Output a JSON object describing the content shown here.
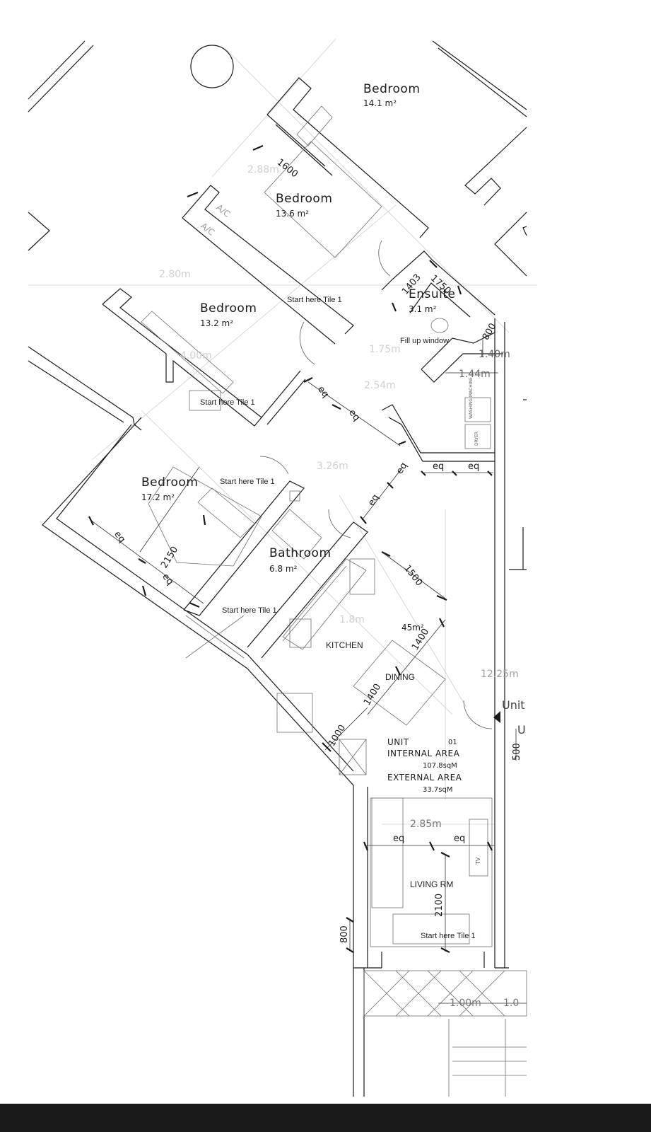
{
  "rooms": {
    "bedroom_top": {
      "name": "Bedroom",
      "area": "14.1 m²"
    },
    "bedroom_2": {
      "name": "Bedroom",
      "area": "13.6 m²"
    },
    "bedroom_3": {
      "name": "Bedroom",
      "area": "13.2 m²"
    },
    "bedroom_4": {
      "name": "Bedroom",
      "area": "17.2 m²"
    },
    "ensuite": {
      "name": "Ensuite",
      "area": "3.1 m²"
    },
    "bathroom": {
      "name": "Bathroom",
      "area": "6.8 m²"
    },
    "kitchen": "KITCHEN",
    "dining": "DINING",
    "dining_area": "45m²",
    "living": "LIVING RM"
  },
  "notes": {
    "start_tile": "Start here Tile 1",
    "fill_window": "Fill up window"
  },
  "unit": {
    "title": "UNIT",
    "number": "01",
    "internal_label": "INTERNAL  AREA",
    "internal_value": "107.8sqM",
    "external_label": "EXTERNAL  AREA",
    "external_value": "33.7sqM",
    "side_label": "Unit",
    "side_label_cut": "U"
  },
  "dims": {
    "d1600": "1600",
    "d1403": "1403",
    "d1750": "1750",
    "d800": "800",
    "d140": "1.40m",
    "d144": "1.44m",
    "eq": "eq",
    "d2150": "2150",
    "d1500": "1500",
    "d1400": "1400",
    "d1000": "1000",
    "d500": "500",
    "d285": "2.85m",
    "d2100": "2100",
    "d100": "1.00m",
    "d10cut": "1.0",
    "d1225": "12.25m"
  },
  "ghost_dims": {
    "g288": "2.88m",
    "g280": "2.80m",
    "g175": "1.75m",
    "g254": "2.54m",
    "g326": "3.26m",
    "g400": "4.00m",
    "g180": "1.8m"
  },
  "appliances": {
    "washer": "WASHING MACHINE",
    "dryer": "DRYER",
    "ac": "A/C",
    "tv": "TV"
  },
  "colors": {
    "line": "#1a1a1a",
    "thin": "#8a8a8a",
    "faint": "#c8c8c8",
    "footer": "#1a1a1a"
  }
}
